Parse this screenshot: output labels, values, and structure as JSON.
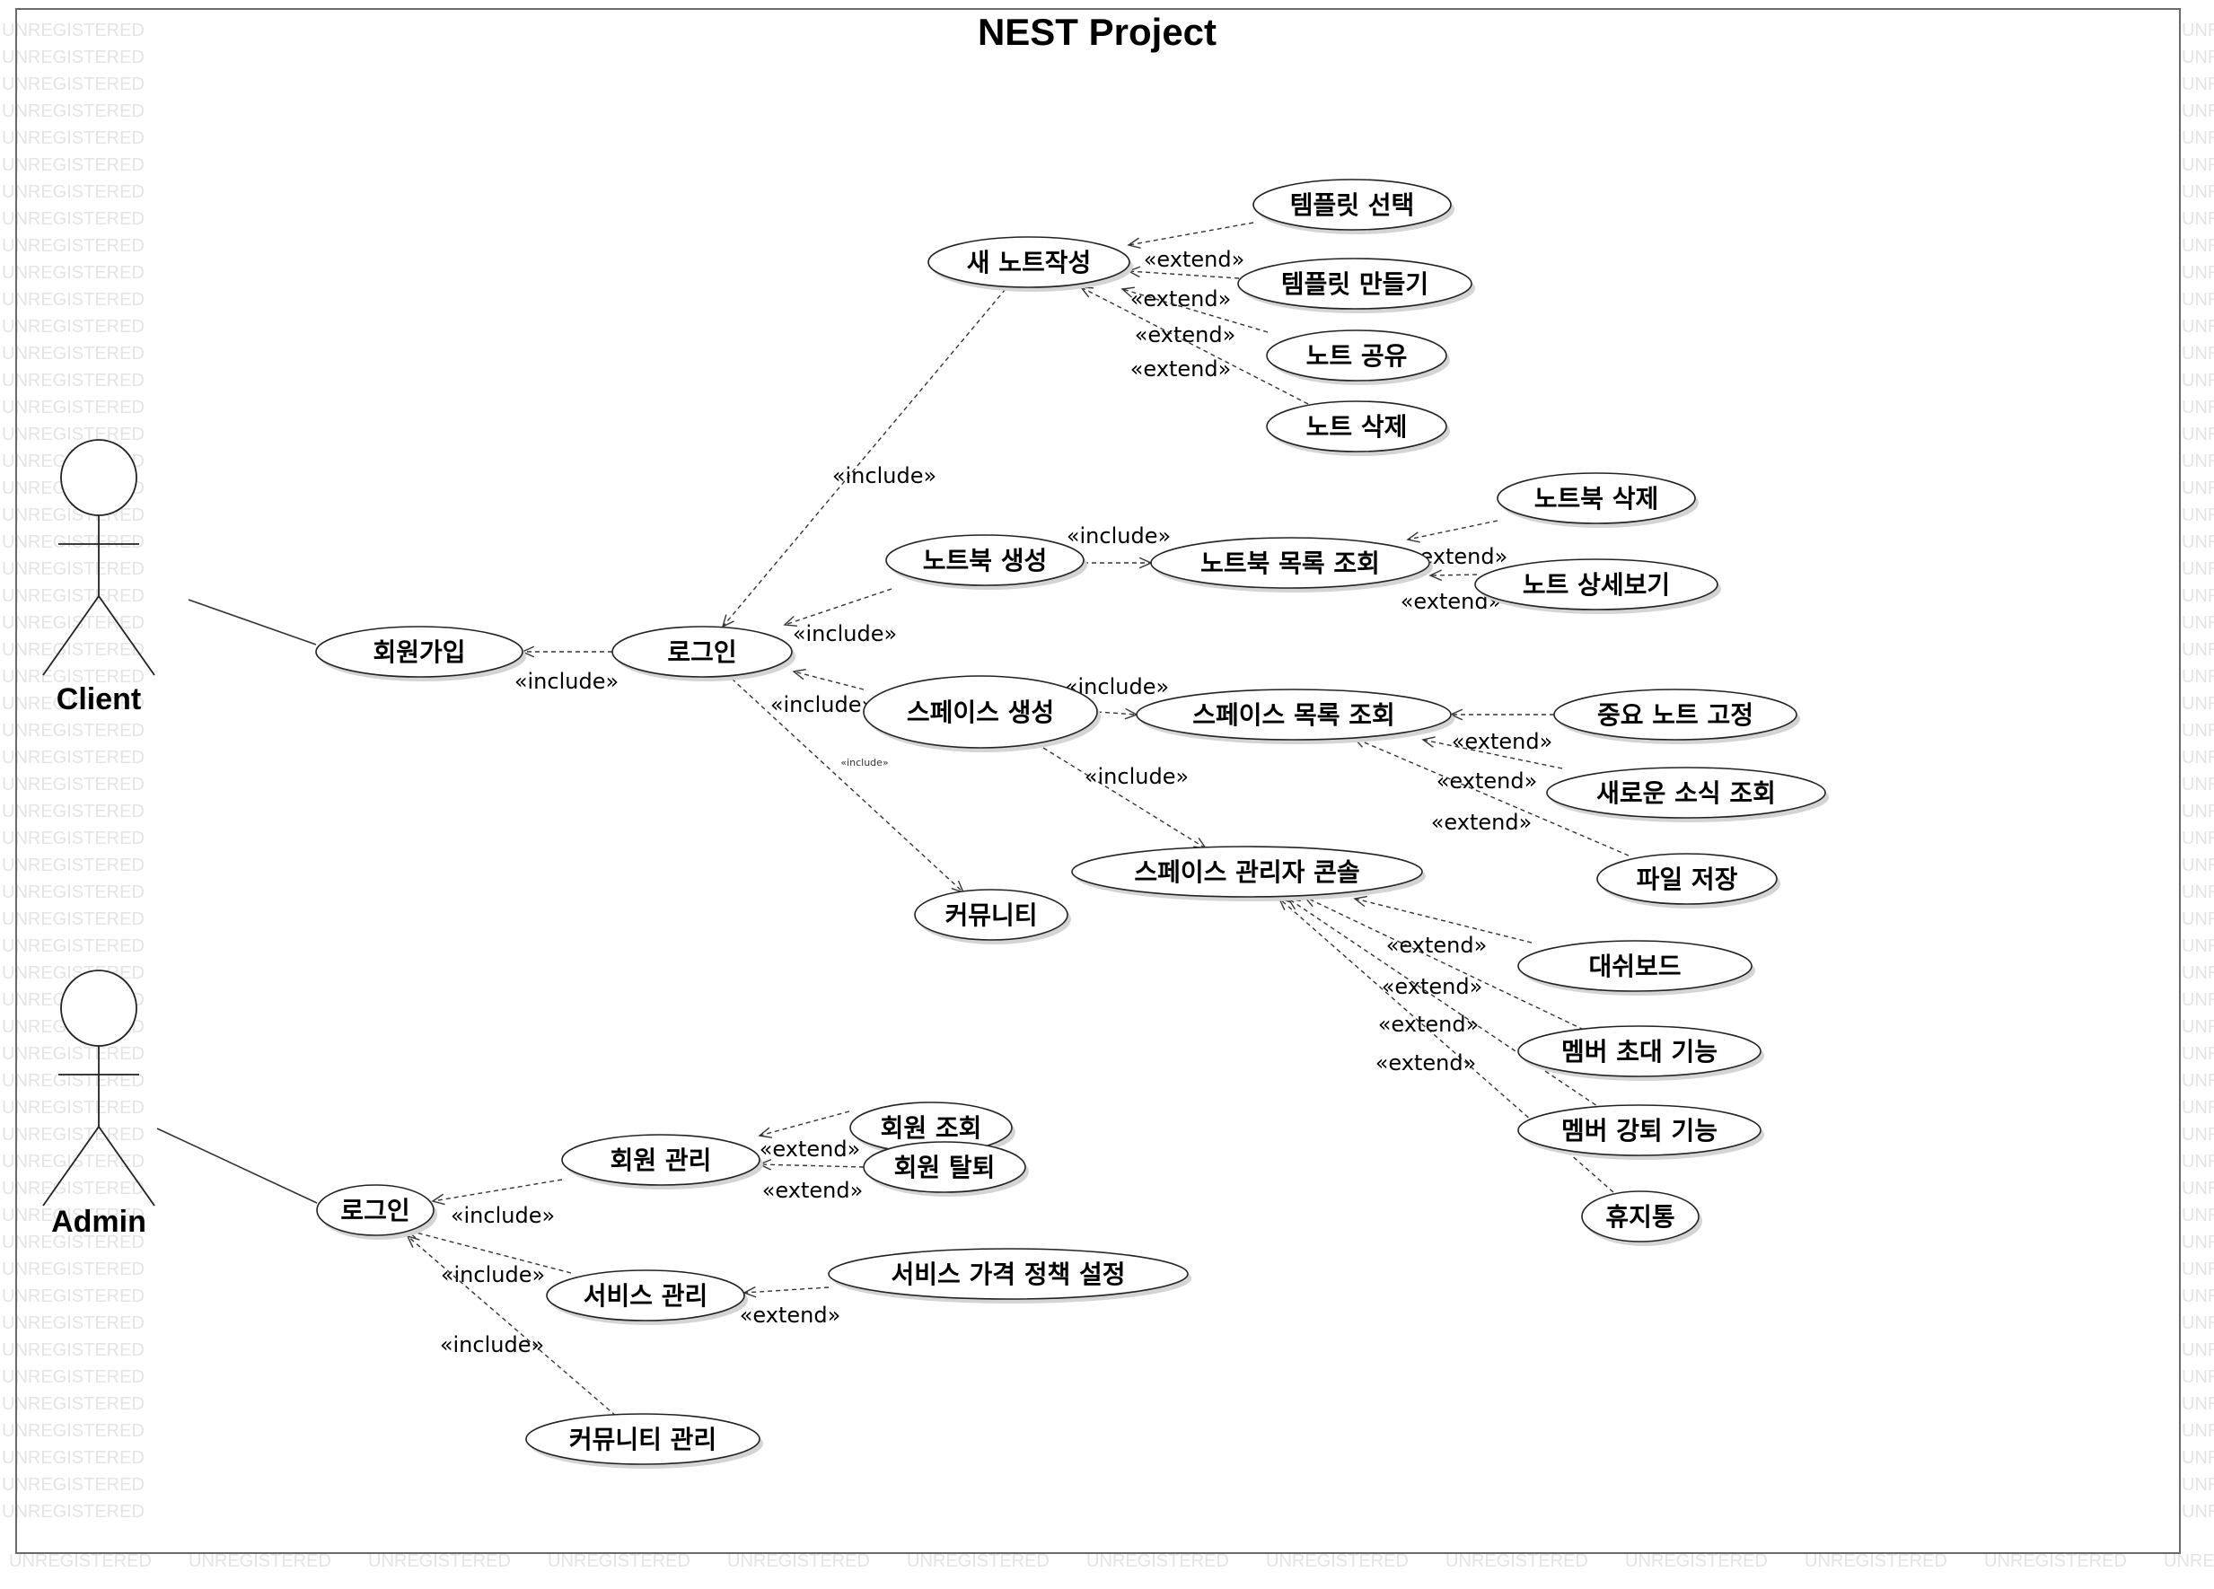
{
  "title": "NEST Project",
  "watermark_text": "UNREGISTERED",
  "actors": [
    {
      "id": "client",
      "label": "Client"
    },
    {
      "id": "admin",
      "label": "Admin"
    }
  ],
  "use_cases": [
    {
      "id": "uc-client-signup",
      "label": "회원가입"
    },
    {
      "id": "uc-client-login",
      "label": "로그인"
    },
    {
      "id": "uc-new-note",
      "label": "새 노트작성"
    },
    {
      "id": "uc-template-select",
      "label": "템플릿 선택"
    },
    {
      "id": "uc-template-make",
      "label": "템플릿 만들기"
    },
    {
      "id": "uc-note-share",
      "label": "노트 공유"
    },
    {
      "id": "uc-note-delete",
      "label": "노트 삭제"
    },
    {
      "id": "uc-notebook-create",
      "label": "노트북 생성"
    },
    {
      "id": "uc-notebook-list",
      "label": "노트북 목록 조회"
    },
    {
      "id": "uc-notebook-delete",
      "label": "노트북 삭제"
    },
    {
      "id": "uc-note-detail",
      "label": "노트 상세보기"
    },
    {
      "id": "uc-space-create",
      "label": "스페이스 생성"
    },
    {
      "id": "uc-space-list",
      "label": "스페이스 목록 조회"
    },
    {
      "id": "uc-pin-note",
      "label": "중요 노트 고정"
    },
    {
      "id": "uc-news",
      "label": "새로운 소식 조회"
    },
    {
      "id": "uc-file-save",
      "label": "파일 저장"
    },
    {
      "id": "uc-space-console",
      "label": "스페이스 관리자 콘솔"
    },
    {
      "id": "uc-community",
      "label": "커뮤니티"
    },
    {
      "id": "uc-dashboard",
      "label": "대쉬보드"
    },
    {
      "id": "uc-invite",
      "label": "멤버 초대 기능"
    },
    {
      "id": "uc-kick",
      "label": "멤버 강퇴 기능"
    },
    {
      "id": "uc-trash",
      "label": "휴지통"
    },
    {
      "id": "uc-admin-login",
      "label": "로그인"
    },
    {
      "id": "uc-member-manage",
      "label": "회원 관리"
    },
    {
      "id": "uc-member-view",
      "label": "회원 조회"
    },
    {
      "id": "uc-member-withdraw",
      "label": "회원 탈퇴"
    },
    {
      "id": "uc-service-manage",
      "label": "서비스 관리"
    },
    {
      "id": "uc-price-policy",
      "label": "서비스 가격 정책 설정"
    },
    {
      "id": "uc-community-manage",
      "label": "커뮤니티 관리"
    }
  ],
  "relationships": [
    {
      "from": "client",
      "to": "uc-client-signup",
      "kind": "association"
    },
    {
      "from": "admin",
      "to": "uc-admin-login",
      "kind": "association"
    },
    {
      "from": "uc-client-login",
      "to": "uc-client-signup",
      "kind": "include",
      "label": "«include»"
    },
    {
      "from": "uc-new-note",
      "to": "uc-client-login",
      "kind": "include",
      "label": "«include»"
    },
    {
      "from": "uc-notebook-create",
      "to": "uc-client-login",
      "kind": "include",
      "label": "«include»"
    },
    {
      "from": "uc-space-create",
      "to": "uc-client-login",
      "kind": "include",
      "label": "«include»"
    },
    {
      "from": "uc-client-login",
      "to": "uc-community",
      "kind": "include",
      "label": "«include»"
    },
    {
      "from": "uc-notebook-create",
      "to": "uc-notebook-list",
      "kind": "include",
      "label": "«include»"
    },
    {
      "from": "uc-space-create",
      "to": "uc-space-list",
      "kind": "include",
      "label": "«include»"
    },
    {
      "from": "uc-space-create",
      "to": "uc-space-console",
      "kind": "include",
      "label": "«include»"
    },
    {
      "from": "uc-template-select",
      "to": "uc-new-note",
      "kind": "extend",
      "label": "«extend»"
    },
    {
      "from": "uc-template-make",
      "to": "uc-new-note",
      "kind": "extend",
      "label": "«extend»"
    },
    {
      "from": "uc-note-share",
      "to": "uc-new-note",
      "kind": "extend",
      "label": "«extend»"
    },
    {
      "from": "uc-note-delete",
      "to": "uc-new-note",
      "kind": "extend",
      "label": "«extend»"
    },
    {
      "from": "uc-notebook-delete",
      "to": "uc-notebook-list",
      "kind": "extend",
      "label": "«extend»"
    },
    {
      "from": "uc-note-detail",
      "to": "uc-notebook-list",
      "kind": "extend",
      "label": "«extend»"
    },
    {
      "from": "uc-pin-note",
      "to": "uc-space-list",
      "kind": "extend",
      "label": "«extend»"
    },
    {
      "from": "uc-news",
      "to": "uc-space-list",
      "kind": "extend",
      "label": "«extend»"
    },
    {
      "from": "uc-file-save",
      "to": "uc-space-list",
      "kind": "extend",
      "label": "«extend»"
    },
    {
      "from": "uc-dashboard",
      "to": "uc-space-console",
      "kind": "extend",
      "label": "«extend»"
    },
    {
      "from": "uc-invite",
      "to": "uc-space-console",
      "kind": "extend",
      "label": "«extend»"
    },
    {
      "from": "uc-kick",
      "to": "uc-space-console",
      "kind": "extend",
      "label": "«extend»"
    },
    {
      "from": "uc-trash",
      "to": "uc-space-console",
      "kind": "extend",
      "label": "«extend»"
    },
    {
      "from": "uc-member-manage",
      "to": "uc-admin-login",
      "kind": "include",
      "label": "«include»"
    },
    {
      "from": "uc-service-manage",
      "to": "uc-admin-login",
      "kind": "include",
      "label": "«include»"
    },
    {
      "from": "uc-community-manage",
      "to": "uc-admin-login",
      "kind": "include",
      "label": "«include»"
    },
    {
      "from": "uc-member-view",
      "to": "uc-member-manage",
      "kind": "extend",
      "label": "«extend»"
    },
    {
      "from": "uc-member-withdraw",
      "to": "uc-member-manage",
      "kind": "extend",
      "label": "«extend»"
    },
    {
      "from": "uc-price-policy",
      "to": "uc-service-manage",
      "kind": "extend",
      "label": "«extend»"
    }
  ]
}
